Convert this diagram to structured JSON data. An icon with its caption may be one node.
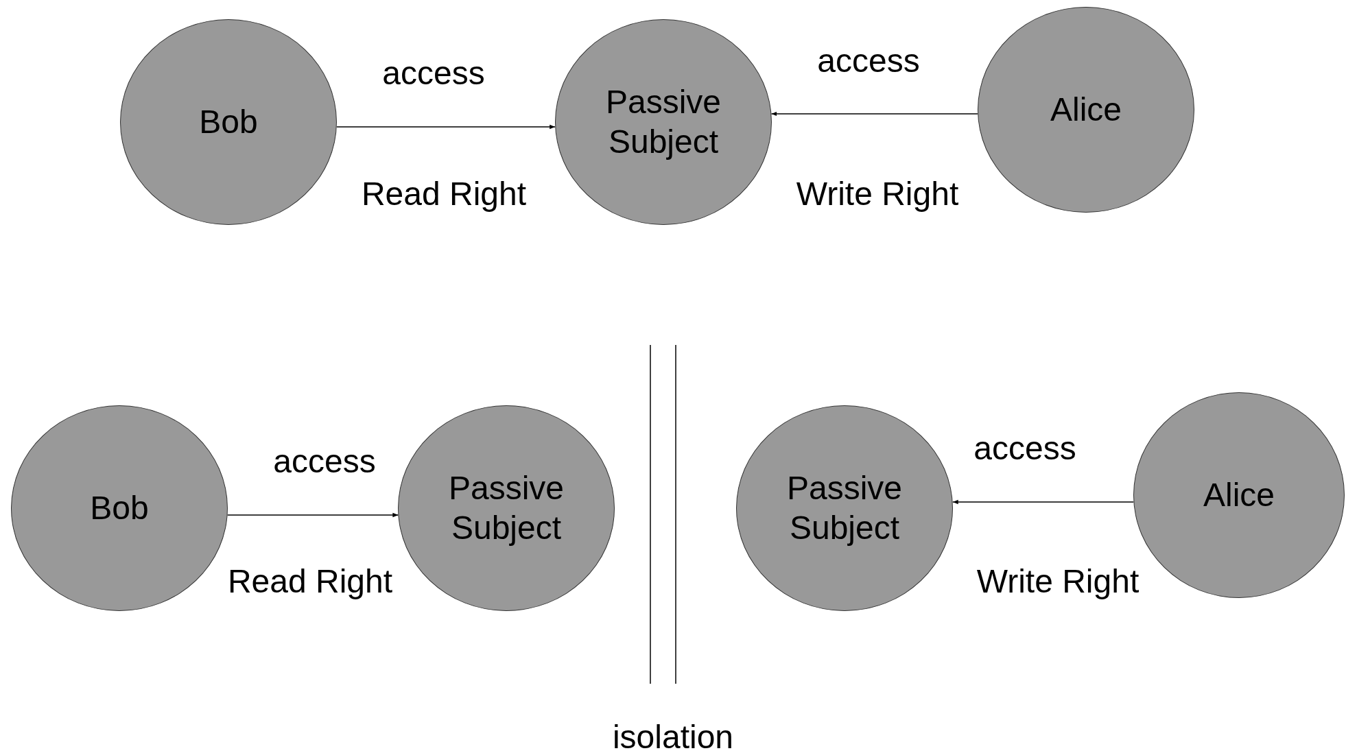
{
  "diagram": {
    "nodes": [
      {
        "text": [
          "Bob"
        ]
      },
      {
        "text": [
          "Passive Subject"
        ]
      },
      {
        "text": [
          "Alice"
        ]
      },
      {
        "text": [
          "Bob"
        ]
      },
      {
        "text": [
          "Passive Subject"
        ]
      },
      {
        "text": [
          "Passive Subject"
        ]
      },
      {
        "text": [
          "Alice"
        ]
      }
    ],
    "edges": [
      {
        "from": 0,
        "to": 1,
        "arrow": "to",
        "label": "access"
      },
      {
        "from": 2,
        "to": 1,
        "arrow": "to",
        "label": "access"
      },
      {
        "from": 3,
        "to": 4,
        "arrow": "to",
        "label": "access"
      },
      {
        "from": 6,
        "to": 5,
        "arrow": "to",
        "label": "access"
      }
    ],
    "labels": [
      "Read Right",
      "Write Right",
      "Read Right",
      "Write Right",
      "isolation"
    ]
  }
}
